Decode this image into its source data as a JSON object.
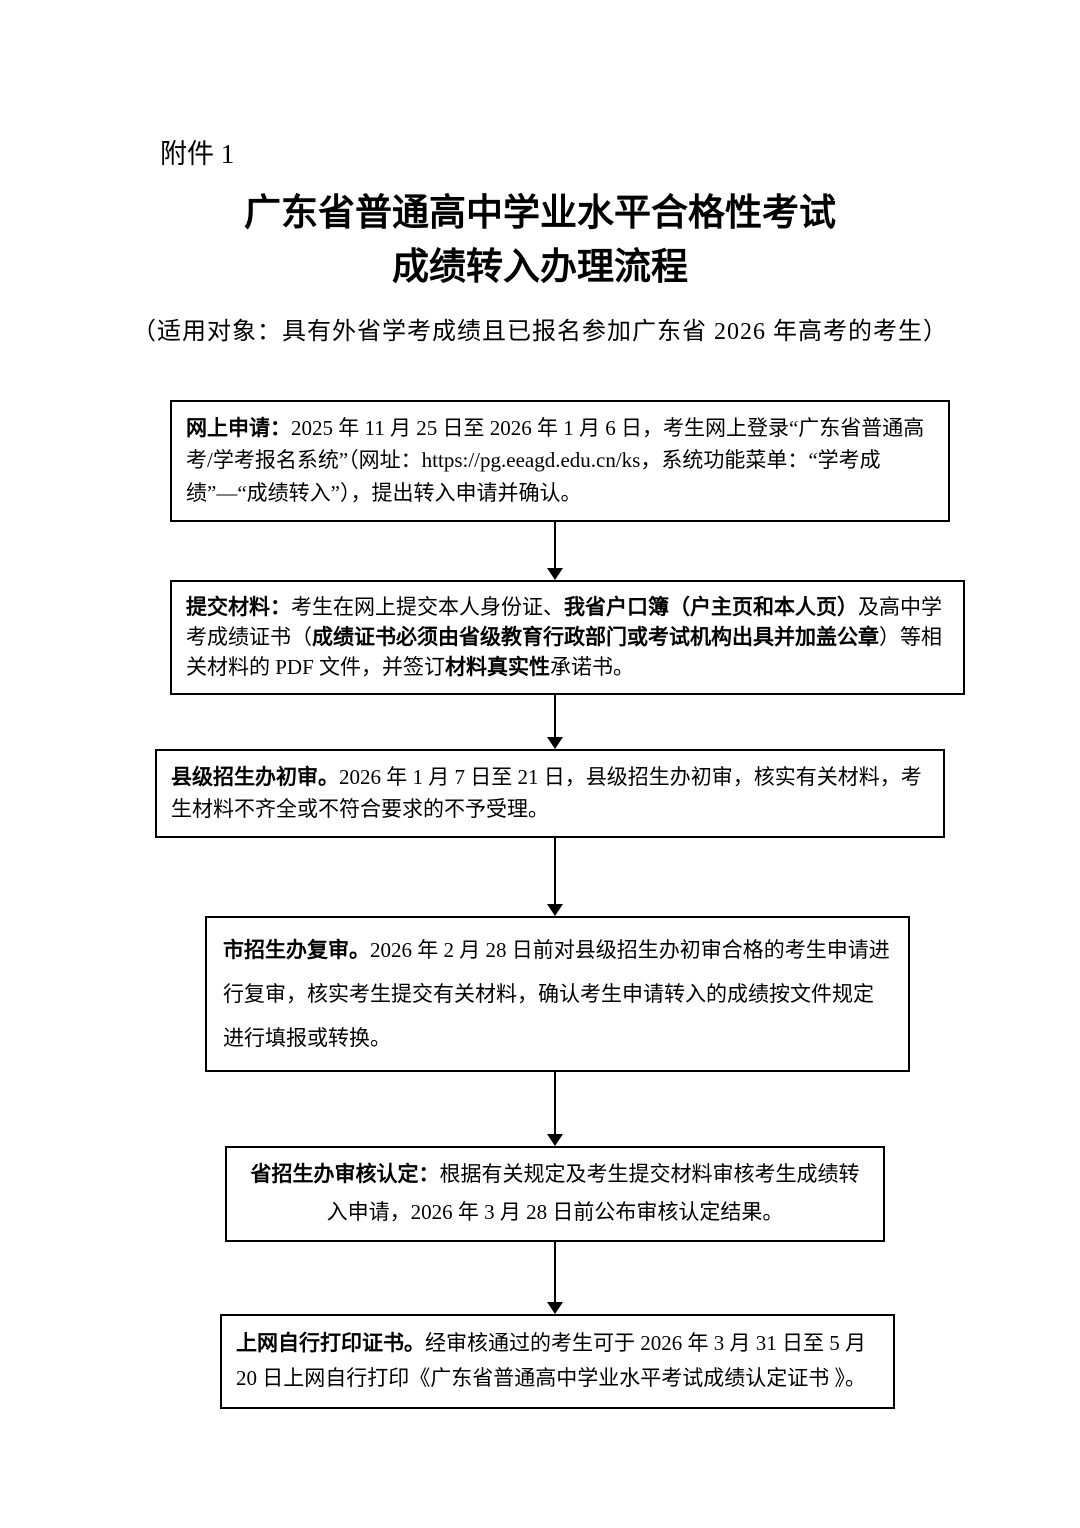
{
  "colors": {
    "ink": "#000000",
    "paper": "#ffffff"
  },
  "doc": {
    "attachment_label": "附件 1",
    "title_line1": "广东省普通高中学业水平合格性考试",
    "title_line2": "成绩转入办理流程",
    "subtitle": "（适用对象：具有外省学考成绩且已报名参加广东省 2026 年高考的考生）"
  },
  "flowchart": {
    "steps": [
      {
        "id": "online-application",
        "segments": [
          {
            "b": true,
            "t": "网上申请："
          },
          {
            "b": false,
            "t": "2025 年 11 月 25 日至 2026 年 1 月 6 日，考生网上登录“广东省普通高考/学考报名系统”（网址：https://pg.eeagd.edu.cn/ks，系统功能菜单：“学考成绩”—“成绩转入”），提出转入申请并确认。"
          }
        ]
      },
      {
        "id": "submit-materials",
        "segments": [
          {
            "b": true,
            "t": "提交材料："
          },
          {
            "b": false,
            "t": "考生在网上提交本人身份证、"
          },
          {
            "b": true,
            "t": "我省户口簿（户主页和本人页）"
          },
          {
            "b": false,
            "t": "及高中学考成绩证书（"
          },
          {
            "b": true,
            "t": "成绩证书必须由省级教育行政部门或考试机构出具并加盖公章"
          },
          {
            "b": false,
            "t": "）等相关材料的 PDF 文件，并签订"
          },
          {
            "b": true,
            "t": "材料真实性"
          },
          {
            "b": false,
            "t": "承诺书。"
          }
        ]
      },
      {
        "id": "county-initial-review",
        "segments": [
          {
            "b": true,
            "t": "县级招生办初审。"
          },
          {
            "b": false,
            "t": "2026 年 1 月 7 日至 21 日，县级招生办初审，核实有关材料，考生材料不齐全或不符合要求的不予受理。"
          }
        ]
      },
      {
        "id": "city-review",
        "segments": [
          {
            "b": true,
            "t": "市招生办复审。"
          },
          {
            "b": false,
            "t": "2026 年 2 月 28 日前对县级招生办初审合格的考生申请进行复审，核实考生提交有关材料，确认考生申请转入的成绩按文件规定进行填报或转换。"
          }
        ]
      },
      {
        "id": "province-review-confirm",
        "segments": [
          {
            "b": true,
            "t": "省招生办审核认定："
          },
          {
            "b": false,
            "t": "根据有关规定及考生提交材料审核考生成绩转入申请，2026 年 3 月 28 日前公布审核认定结果。"
          }
        ]
      },
      {
        "id": "print-certificate",
        "segments": [
          {
            "b": true,
            "t": "上网自行打印证书。"
          },
          {
            "b": false,
            "t": "经审核通过的考生可于 2026 年 3 月 31 日至 5 月 20 日上网自行打印《广东省普通高中学业水平考试成绩认定证书 》。"
          }
        ]
      }
    ]
  }
}
